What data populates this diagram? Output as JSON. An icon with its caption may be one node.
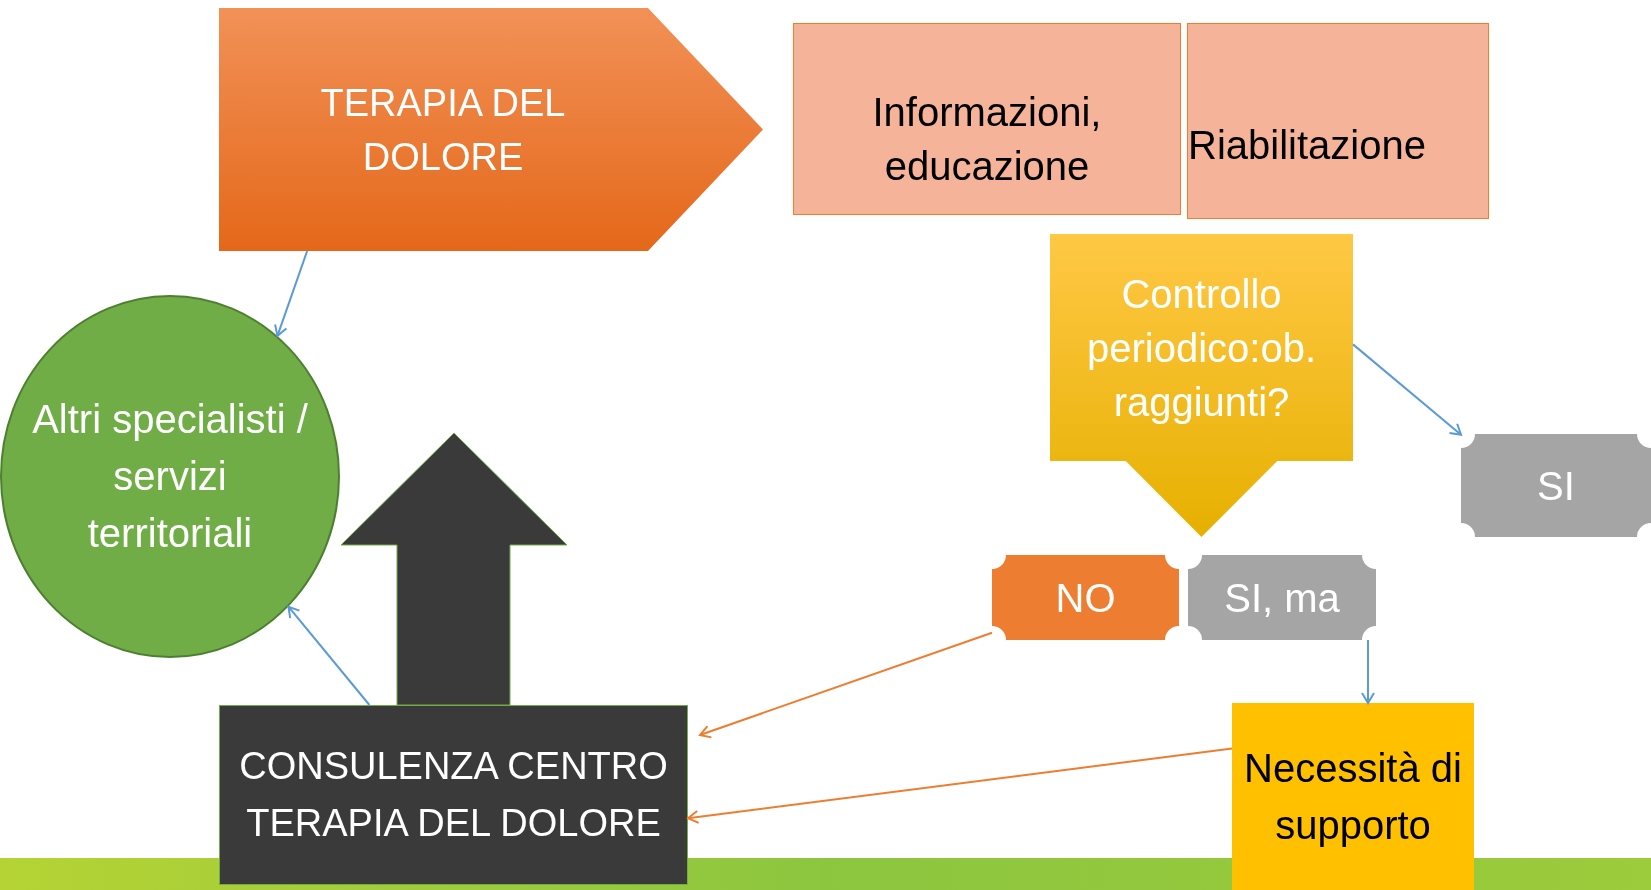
{
  "diagram": {
    "nodes": [
      {
        "text": [
          "TERAPIA DEL DOLORE"
        ]
      },
      {
        "text": [
          "Informazioni, educazione"
        ]
      },
      {
        "text": [
          "Riabilitazione"
        ]
      },
      {
        "text": [
          "Controllo periodico:ob. raggiunti?"
        ]
      },
      {
        "text": [
          "SI"
        ]
      },
      {
        "text": [
          "NO"
        ]
      },
      {
        "text": [
          "SI, ma"
        ]
      },
      {
        "text": [
          "Necessità di supporto"
        ]
      },
      {
        "text": [
          "CONSULENZA CENTRO TERAPIA DEL DOLORE"
        ]
      },
      {
        "text": [
          "Altri specialisti / servizi territoriali"
        ]
      }
    ],
    "edges": [
      {
        "from": 0,
        "to": 9,
        "arrow": "to"
      },
      {
        "from": 3,
        "to": 4,
        "arrow": "to"
      },
      {
        "from": 6,
        "to": 7,
        "arrow": "to"
      },
      {
        "from": 5,
        "to": 8,
        "arrow": "to",
        "color": "#ed7d31"
      },
      {
        "from": 7,
        "to": 8,
        "arrow": "to",
        "color": "#ed7d31"
      },
      {
        "from": 8,
        "to": 9,
        "arrow": "to"
      }
    ]
  }
}
